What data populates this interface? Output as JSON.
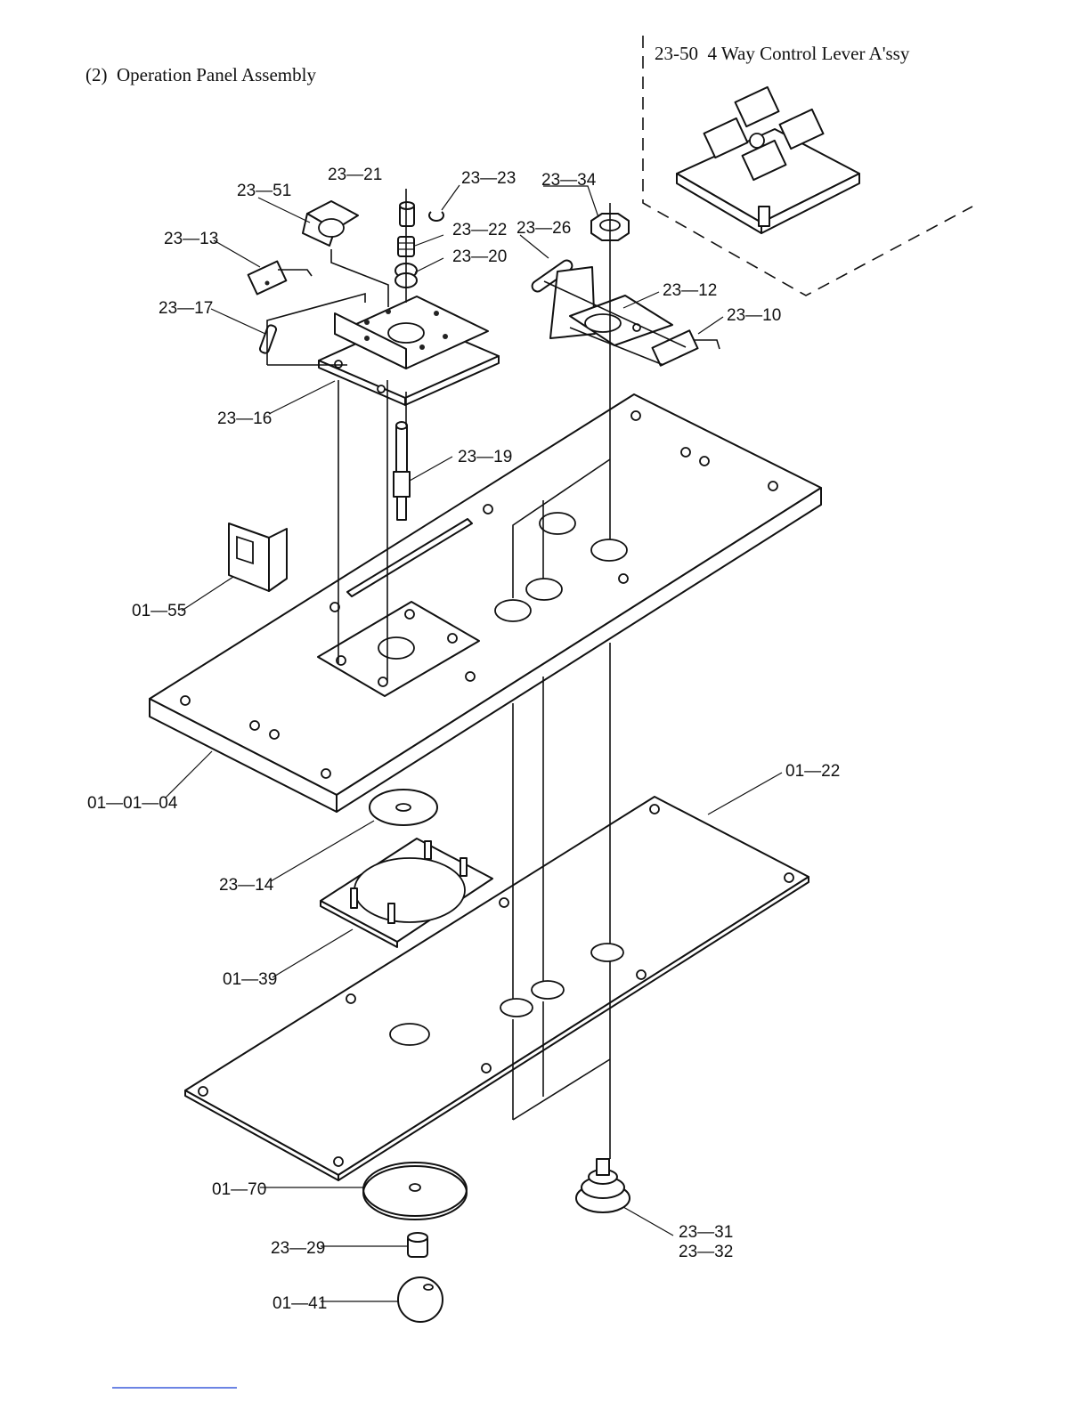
{
  "header": {
    "title": "(2)  Operation Panel Assembly",
    "inset_caption": "23-50  4 Way Control Lever A'ssy"
  },
  "labels": {
    "p23_51": "23—51",
    "p23_21": "23—21",
    "p23_23": "23—23",
    "p23_22": "23—22",
    "p23_20": "23—20",
    "p23_13": "23—13",
    "p23_17": "23—17",
    "p23_16": "23—16",
    "p23_19": "23—19",
    "p23_34": "23—34",
    "p23_26": "23—26",
    "p23_12": "23—12",
    "p23_10": "23—10",
    "p01_55": "01—55",
    "p01_01_04": "01—01—04",
    "p01_22": "01—22",
    "p23_14": "23—14",
    "p01_39": "01—39",
    "p01_70": "01—70",
    "p23_29": "23—29",
    "p01_41": "01—41",
    "p23_31": "23—31",
    "p23_32": "23—32"
  }
}
